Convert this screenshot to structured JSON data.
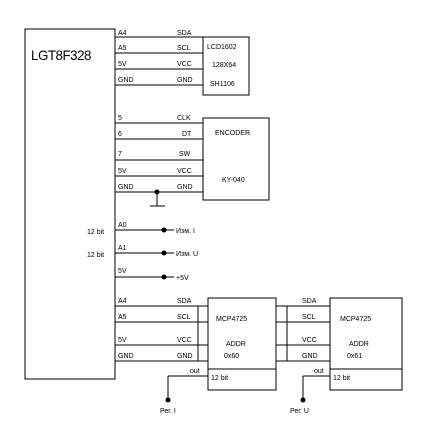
{
  "mcu": {
    "label": "LGT8F328"
  },
  "lcd": {
    "name": "LCD1602",
    "size": "128X64",
    "chip": "SH1106",
    "pins": [
      {
        "mcu": "A4",
        "dev": "SDA"
      },
      {
        "mcu": "A5",
        "dev": "SCL"
      },
      {
        "mcu": "5V",
        "dev": "VCC"
      },
      {
        "mcu": "GND",
        "dev": "GND"
      }
    ]
  },
  "encoder": {
    "name": "ENCODER",
    "model": "KY-040",
    "pins": [
      {
        "mcu": "5",
        "dev": "CLK"
      },
      {
        "mcu": "6",
        "dev": "DT"
      },
      {
        "mcu": "7",
        "dev": "SW"
      },
      {
        "mcu": "5V",
        "dev": "VCC"
      },
      {
        "mcu": "GND",
        "dev": "GND"
      }
    ]
  },
  "analog": [
    {
      "res": "12 bit",
      "pin": "A0",
      "label": "Изм. I"
    },
    {
      "res": "12 bit",
      "pin": "A1",
      "label": "Изм. U"
    }
  ],
  "supply": {
    "pin": "5V",
    "label": "+5V"
  },
  "dac_bus": {
    "pins": [
      {
        "mcu": "A4",
        "dev": "SDA"
      },
      {
        "mcu": "A5",
        "dev": "SCL"
      },
      {
        "mcu": "5V",
        "dev": "VCC"
      },
      {
        "mcu": "GND",
        "dev": "GND"
      }
    ]
  },
  "dac1": {
    "name": "MCP4725",
    "addr_label": "ADDR",
    "addr": "0x60",
    "res": "12 bit",
    "out": "out",
    "output": "Рег. I"
  },
  "dac2": {
    "name": "MCP4725",
    "addr_label": "ADDR",
    "addr": "0x61",
    "res": "12 bit",
    "out": "out",
    "output": "Рег. U",
    "pins": [
      "SDA",
      "SCL",
      "VCC",
      "GND"
    ]
  }
}
